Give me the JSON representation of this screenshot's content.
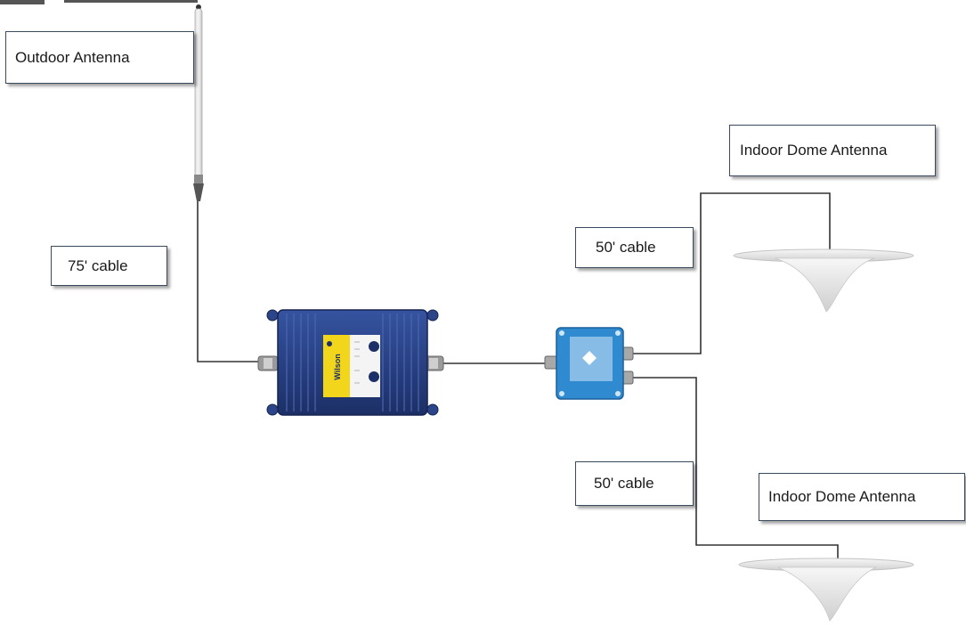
{
  "labels": {
    "outdoor_antenna": "Outdoor Antenna",
    "indoor_dome_antenna_1": "Indoor Dome Antenna",
    "indoor_dome_antenna_2": "Indoor Dome Antenna",
    "cable_75": "75' cable",
    "cable_50_top": "50' cable",
    "cable_50_bottom": "50' cable"
  },
  "devices": {
    "amplifier_brand": "Wilson"
  },
  "colors": {
    "cable_line": "#333333",
    "amplifier_body": "#25407f",
    "amplifier_panel": "#f2d61c",
    "splitter_body": "#2f8ad0",
    "dome_antenna": "#e6e6e6",
    "label_border": "#3a4a5e"
  }
}
